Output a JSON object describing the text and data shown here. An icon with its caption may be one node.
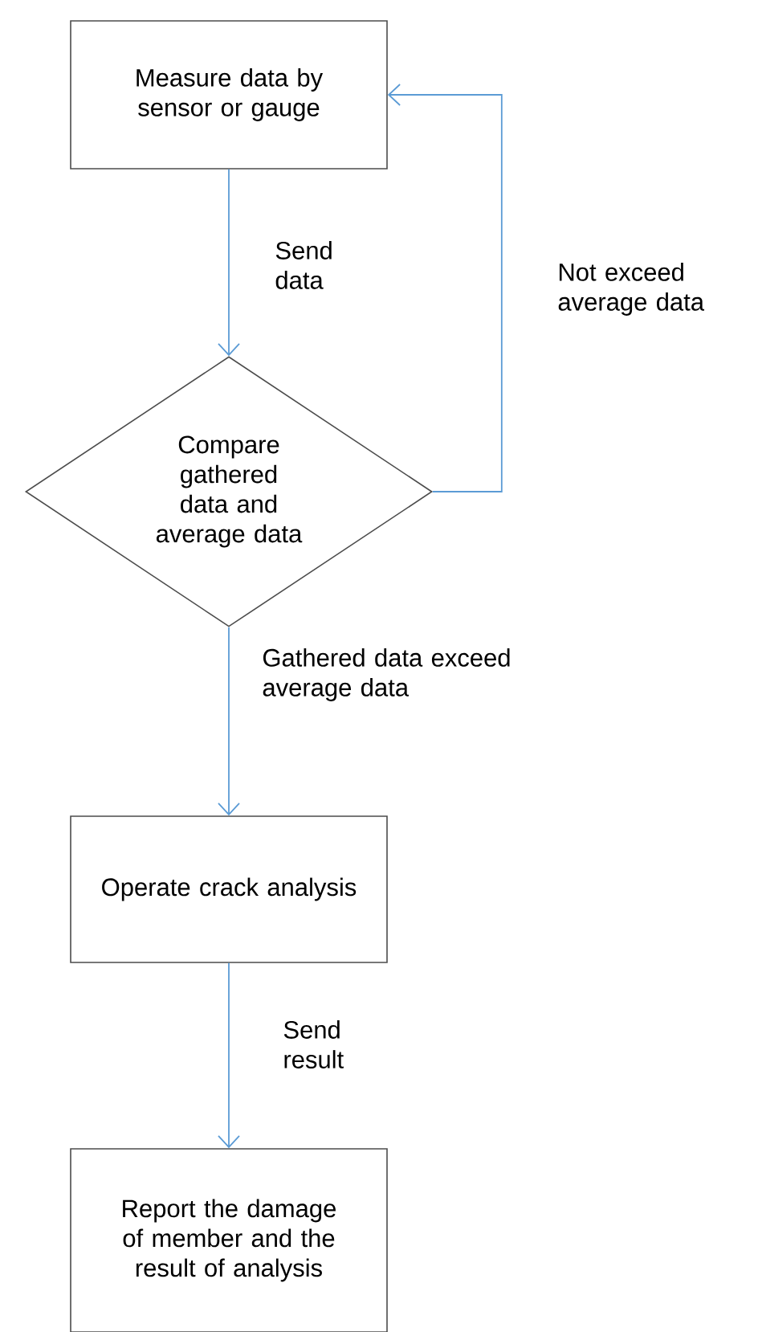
{
  "diagram": {
    "nodes": [
      {
        "text": [
          "Measure data by sensor or gauge"
        ]
      },
      {
        "text": [
          "Compare gathered data and average data"
        ]
      },
      {
        "text": [
          "Operate crack analysis"
        ]
      },
      {
        "text": [
          "Report the damage of member and the result of analysis"
        ]
      }
    ],
    "edges": [
      {
        "from": 0,
        "to": 1,
        "arrow": "to",
        "label": "Send data"
      },
      {
        "from": 1,
        "to": 0,
        "arrow": "to",
        "label": "Not exceed average data"
      },
      {
        "from": 1,
        "to": 2,
        "arrow": "to",
        "label": "Gathered data exceed average data"
      },
      {
        "from": 2,
        "to": 3,
        "arrow": "to",
        "label": "Send result"
      }
    ]
  }
}
